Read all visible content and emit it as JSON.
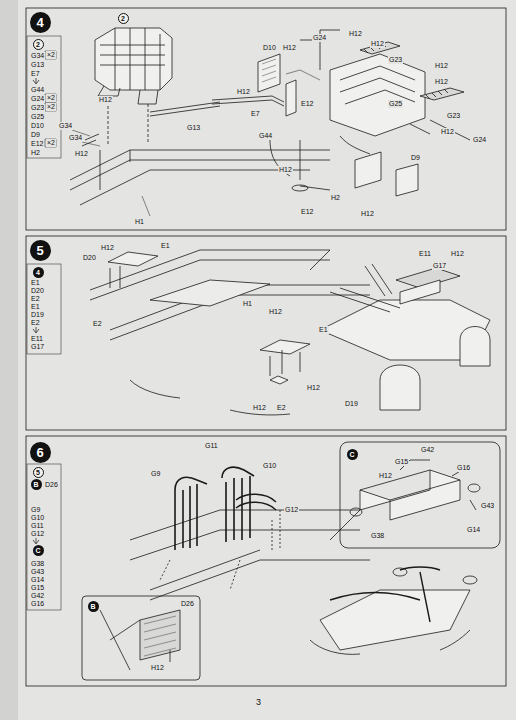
{
  "diagram": {
    "nodes": [
      {
        "text": [
          "4"
        ]
      },
      {
        "text": [
          "2"
        ]
      },
      {
        "text": [
          "2"
        ]
      },
      {
        "text": [
          "5"
        ]
      },
      {
        "text": [
          "4"
        ]
      },
      {
        "text": [
          "6"
        ]
      },
      {
        "text": [
          "5"
        ]
      },
      {
        "text": [
          "B"
        ]
      },
      {
        "text": [
          "C"
        ]
      },
      {
        "text": [
          "B"
        ]
      },
      {
        "text": [
          "C"
        ]
      }
    ],
    "labels": [
      "G34",
      "×2",
      "G13",
      "E7",
      "G44",
      "G24",
      "×2",
      "G23",
      "×2",
      "G25",
      "D10",
      "D9",
      "E12",
      "×2",
      "H2",
      "G34",
      "G34",
      "H12",
      "H12",
      "G13",
      "H12",
      "E7",
      "H1",
      "D10",
      "H12",
      "G24",
      "H12",
      "H12",
      "G23",
      "H12",
      "H12",
      "G25",
      "G23",
      "E12",
      "G44",
      "H12",
      "H2",
      "E12",
      "H12",
      "D9",
      "H12",
      "G24",
      "E1",
      "D20",
      "E2",
      "E1",
      "D19",
      "E2",
      "E11",
      "G17",
      "D20",
      "H12",
      "E1",
      "E2",
      "H1",
      "H12",
      "E1",
      "H12",
      "H12",
      "E2",
      "D19",
      "E11",
      "H12",
      "G17",
      "D26",
      "G9",
      "G10",
      "G11",
      "G12",
      "G38",
      "G43",
      "G14",
      "G15",
      "G42",
      "G16",
      "G11",
      "G9",
      "G10",
      "G12",
      "D26",
      "H12",
      "G42",
      "G15",
      "H12",
      "G16",
      "G43",
      "G14",
      "G38",
      "3"
    ]
  }
}
